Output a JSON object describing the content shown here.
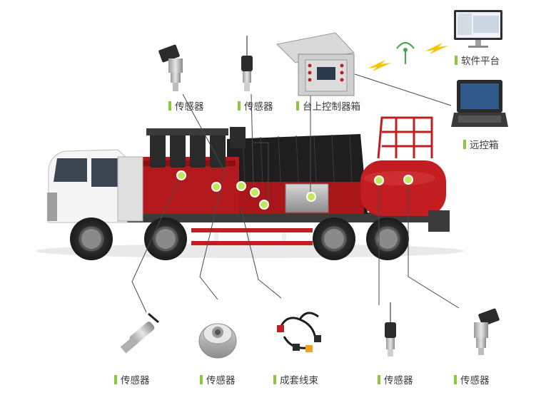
{
  "accent_color": "#8cc63f",
  "labels": {
    "sensor_1": "传感器",
    "sensor_2": "传感器",
    "control_box": "台上控制器箱",
    "software": "软件平台",
    "remote": "远控箱",
    "sensor_3": "传感器",
    "sensor_4": "传感器",
    "harness": "成套线束",
    "sensor_5": "传感器",
    "sensor_6": "传感器"
  },
  "icons": {
    "wireless": "wireless-antenna-icon",
    "signal": "lightning-signal-icon"
  }
}
